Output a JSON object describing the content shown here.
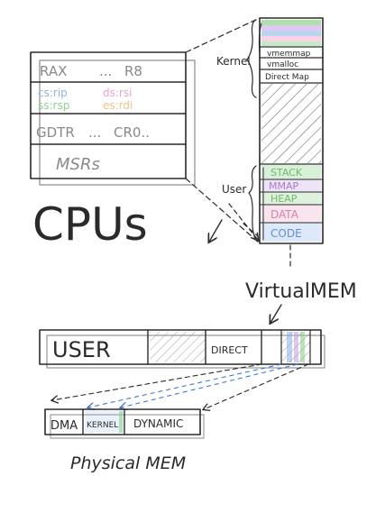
{
  "colors": {
    "ink": "#2a2a2a",
    "gray": "#9a9a9a",
    "green": "#8fd18f",
    "purple": "#c9a3e6",
    "blue": "#8fb4ea",
    "orange": "#f0c38a",
    "pink": "#f0a8c8",
    "arrow_blue": "#3a7ad8"
  },
  "cpu": {
    "title": "CPUs",
    "rows": [
      {
        "left": "RAX",
        "dots": "...",
        "right": "R8"
      },
      {
        "left": "cs:rip",
        "right": "ds:rsi"
      },
      {
        "left": "ss:rsp",
        "right": "es:rdi"
      },
      {
        "left": "GDTR",
        "dots": "...",
        "right": "CR0.."
      },
      {
        "left": "MSRs"
      }
    ]
  },
  "virtual_mem": {
    "title": "VirtualMEM",
    "kernel_label": "Kernel",
    "user_label": "User",
    "kernel_sections": [
      "vmemmap",
      "vmalloc",
      "Direct Map"
    ],
    "user_sections": [
      "STACK",
      "MMAP",
      "HEAP",
      "DATA",
      "CODE"
    ]
  },
  "linear_view": {
    "segments": [
      "USER",
      "DIRECT"
    ]
  },
  "physical_mem": {
    "title": "Physical MEM",
    "segments": [
      "DMA",
      "KERNEL",
      "DYNAMIC"
    ]
  }
}
